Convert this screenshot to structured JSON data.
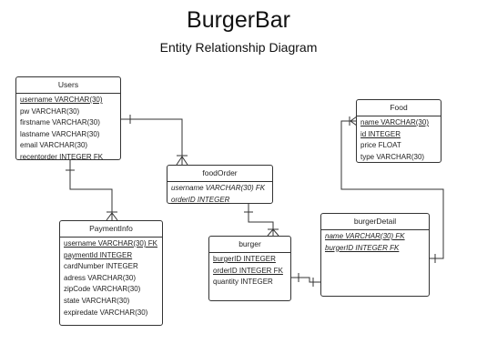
{
  "diagram": {
    "title": "BurgerBar",
    "subtitle": "Entity Relationship Diagram"
  },
  "entities": {
    "users": {
      "name": "Users",
      "attrs": [
        "username VARCHAR(30)",
        "pw VARCHAR(30)",
        "firstname VARCHAR(30)",
        "lastname VARCHAR(30)",
        "email VARCHAR(30)",
        "recentorder INTEGER  FK"
      ]
    },
    "food": {
      "name": "Food",
      "attrs": [
        "name VARCHAR(30)",
        "id INTEGER",
        "price FLOAT",
        "type VARCHAR(30)"
      ]
    },
    "foodorder": {
      "name": "foodOrder",
      "attrs": [
        "username VARCHAR(30) FK",
        "orderID INTEGER"
      ]
    },
    "paymentinfo": {
      "name": "PaymentInfo",
      "attrs": [
        "username VARCHAR(30) FK",
        "paymentId INTEGER",
        "cardNumber INTEGER",
        "adress VARCHAR(30)",
        "zipCode VARCHAR(30)",
        "state VARCHAR(30)",
        "expiredate VARCHAR(30)"
      ]
    },
    "burger": {
      "name": "burger",
      "attrs": [
        "burgerID INTEGER",
        "orderID INTEGER FK",
        "quantity INTEGER"
      ]
    },
    "burgerdetail": {
      "name": "burgerDetail",
      "attrs": [
        "name VARCHAR(30) FK",
        "burgerID INTEGER FK"
      ]
    }
  }
}
